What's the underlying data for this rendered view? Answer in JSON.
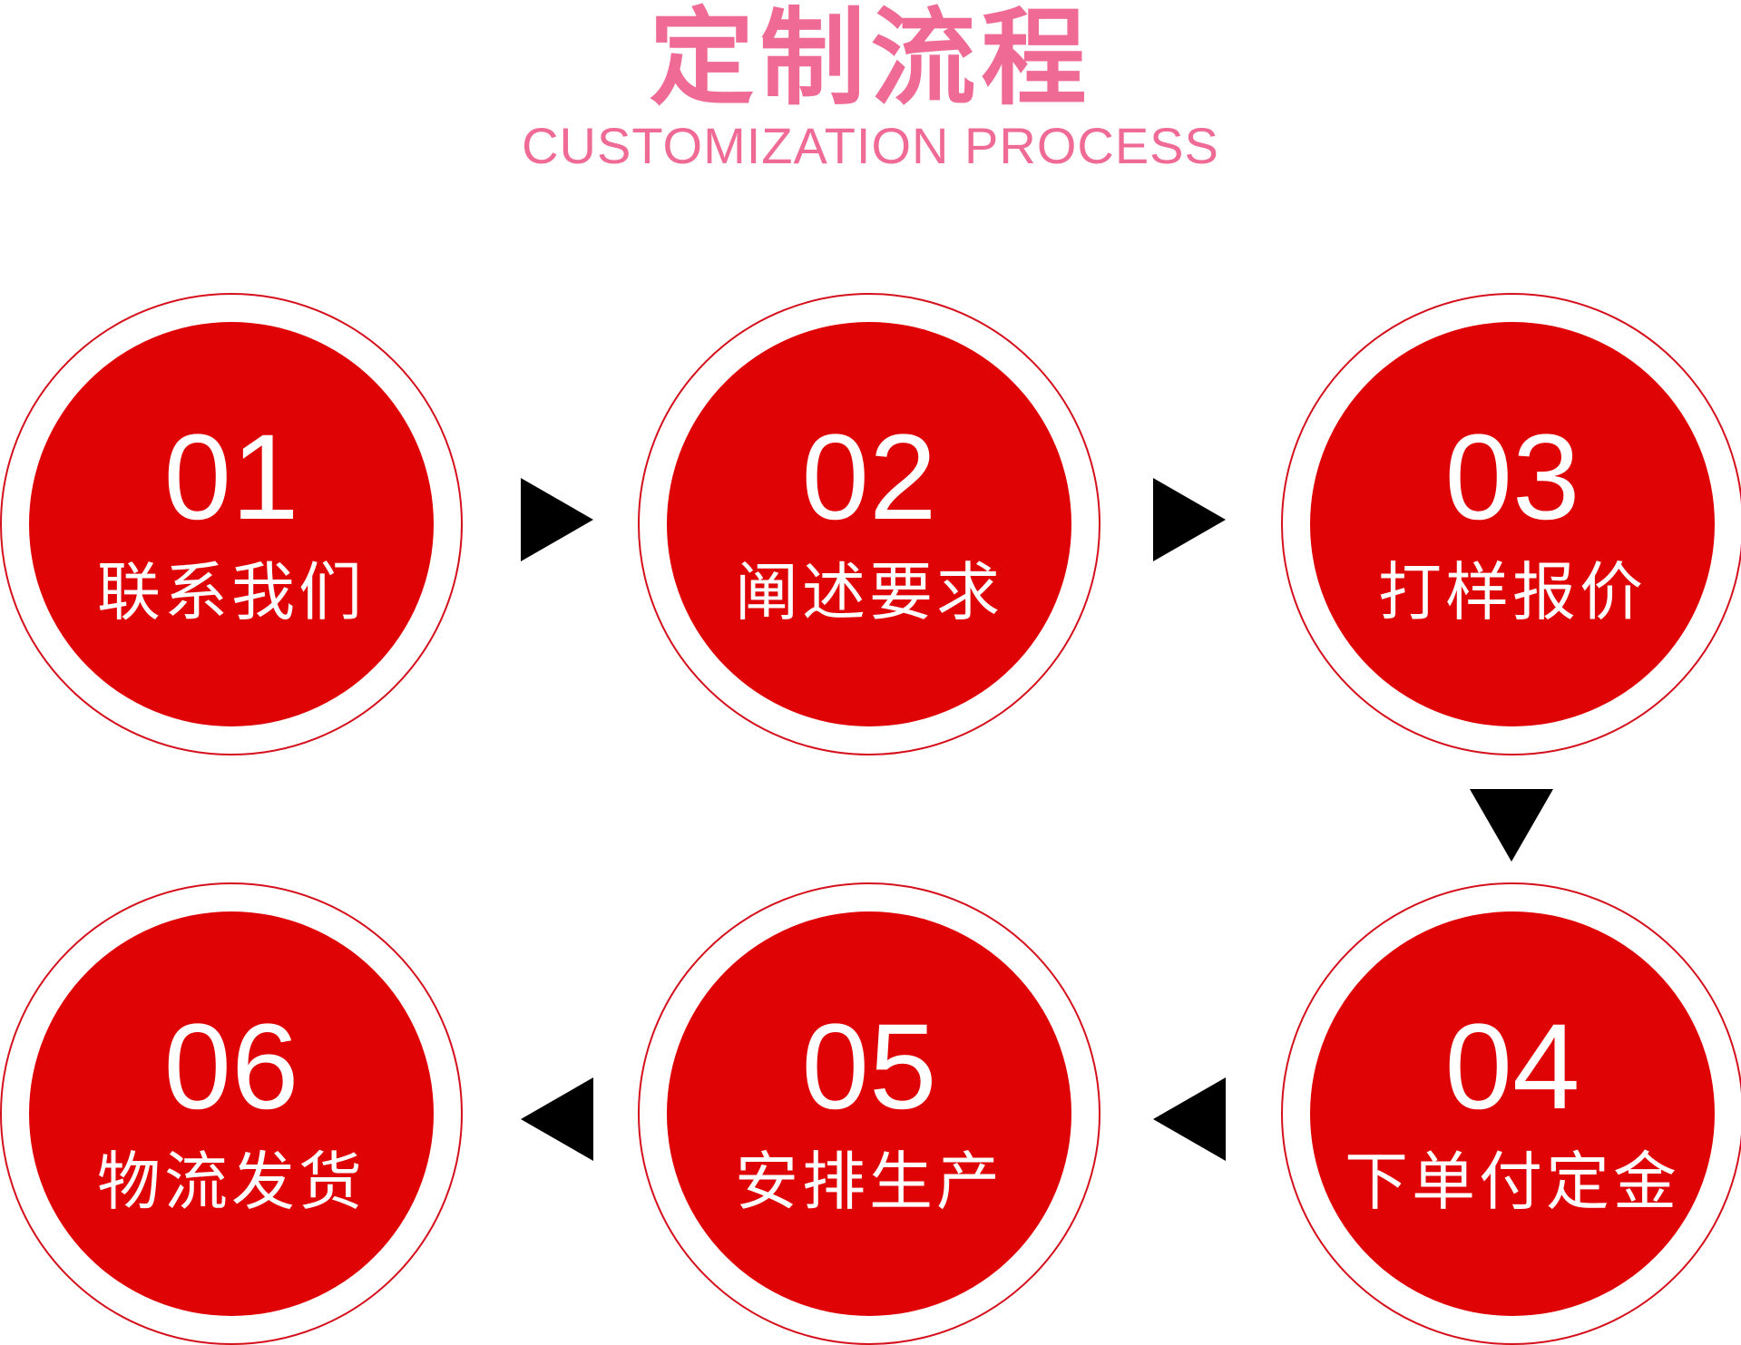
{
  "header": {
    "title": "定制流程",
    "subtitle": "CUSTOMIZATION PROCESS"
  },
  "steps": [
    {
      "number": "01",
      "label": "联系我们"
    },
    {
      "number": "02",
      "label": "阐述要求"
    },
    {
      "number": "03",
      "label": "打样报价"
    },
    {
      "number": "04",
      "label": "下单付定金"
    },
    {
      "number": "05",
      "label": "安排生产"
    },
    {
      "number": "06",
      "label": "物流发货"
    }
  ],
  "colors": {
    "title": "#ef6b96",
    "circle_fill": "#e00306",
    "circle_outline": "#d5101c",
    "arrow": "#000000"
  }
}
